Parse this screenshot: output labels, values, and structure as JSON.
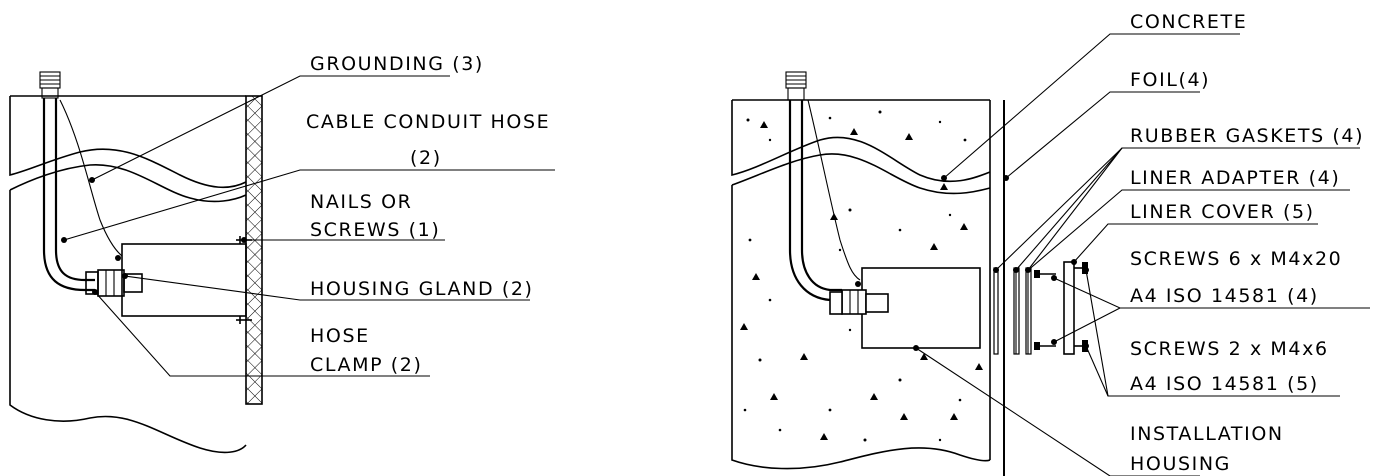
{
  "left_figure": {
    "labels": {
      "grounding": "GROUNDING (3)",
      "cable_conduit_hose_1": "CABLE CONDUIT HOSE",
      "cable_conduit_hose_2": "(2)",
      "nails_1": "NAILS OR",
      "nails_2": "SCREWS (1)",
      "housing_gland": "HOUSING GLAND (2)",
      "hose_clamp_1": "HOSE",
      "hose_clamp_2": "CLAMP (2)"
    }
  },
  "right_figure": {
    "labels": {
      "concrete": "CONCRETE",
      "foil": "FOIL(4)",
      "rubber_gaskets": "RUBBER GASKETS (4)",
      "liner_adapter": "LINER ADAPTER (4)",
      "liner_cover": "LINER COVER (5)",
      "screws_a_1": "SCREWS 6 x M4x20",
      "screws_a_2": "A4 ISO 14581 (4)",
      "screws_b_1": "SCREWS 2 x M4x6",
      "screws_b_2": "A4 ISO 14581 (5)",
      "installation_1": "INSTALLATION",
      "installation_2": "HOUSING"
    }
  }
}
